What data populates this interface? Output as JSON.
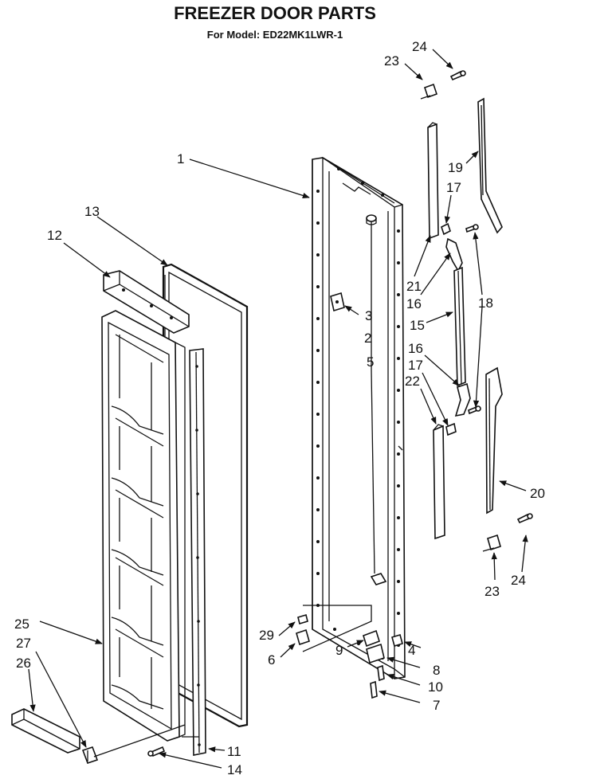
{
  "header": {
    "title": "FREEZER DOOR PARTS",
    "subtitle": "For Model: ED22MK1LWR-1"
  },
  "callouts": {
    "c1": "1",
    "c2": "2",
    "c3": "3",
    "c4": "4",
    "c5": "5",
    "c6": "6",
    "c7": "7",
    "c8": "8",
    "c9": "9",
    "c10": "10",
    "c11": "11",
    "c12": "12",
    "c13": "13",
    "c14": "14",
    "c15": "15",
    "c16a": "16",
    "c16b": "16",
    "c17a": "17",
    "c17b": "17",
    "c18": "18",
    "c19": "19",
    "c20": "20",
    "c21": "21",
    "c22": "22",
    "c23a": "23",
    "c23b": "23",
    "c24a": "24",
    "c24b": "24",
    "c25": "25",
    "c26": "26",
    "c27": "27",
    "c29": "29"
  }
}
